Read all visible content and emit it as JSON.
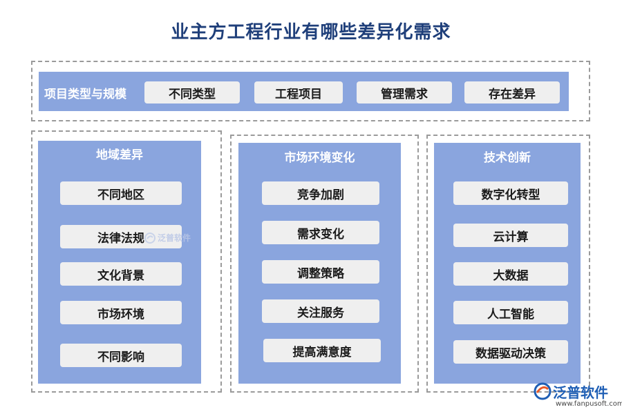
{
  "title": "业主方工程行业有哪些差异化需求",
  "top_section": {
    "label": "项目类型与规模",
    "items": [
      "不同类型",
      "工程项目",
      "管理需求",
      "存在差异"
    ]
  },
  "columns": [
    {
      "header": "地域差异",
      "items": [
        "不同地区",
        "法律法规",
        "文化背景",
        "市场环境",
        "不同影响"
      ]
    },
    {
      "header": "市场环境变化",
      "items": [
        "竞争加剧",
        "需求变化",
        "调整策略",
        "关注服务",
        "提高满意度"
      ]
    },
    {
      "header": "技术创新",
      "items": [
        "数字化转型",
        "云计算",
        "大数据",
        "人工智能",
        "数据驱动决策"
      ]
    }
  ],
  "watermark": {
    "text": "泛普软件"
  },
  "logo": {
    "name": "泛普软件",
    "url": "www.fanpusoft.com"
  },
  "colors": {
    "panel": "#8aa5de",
    "chip": "#efefef",
    "title": "#1f3f7a",
    "dashed_border": "#9a9a9a"
  }
}
